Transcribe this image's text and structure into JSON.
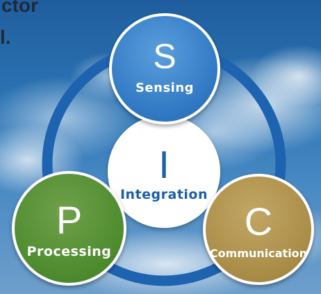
{
  "background_text": {
    "line1": "ctor",
    "line2": "l."
  },
  "nodes": {
    "sensing": {
      "letter": "S",
      "label": "Sensing",
      "color": "#2f77c2"
    },
    "integration": {
      "letter": "I",
      "label": "Integration",
      "color": "#1c5fa8"
    },
    "processing": {
      "letter": "P",
      "label": "Processing",
      "color": "#4d8a2e"
    },
    "communication": {
      "letter": "C",
      "label": "Communication",
      "color": "#a88c46"
    }
  },
  "ring_color": "#1e63b0"
}
